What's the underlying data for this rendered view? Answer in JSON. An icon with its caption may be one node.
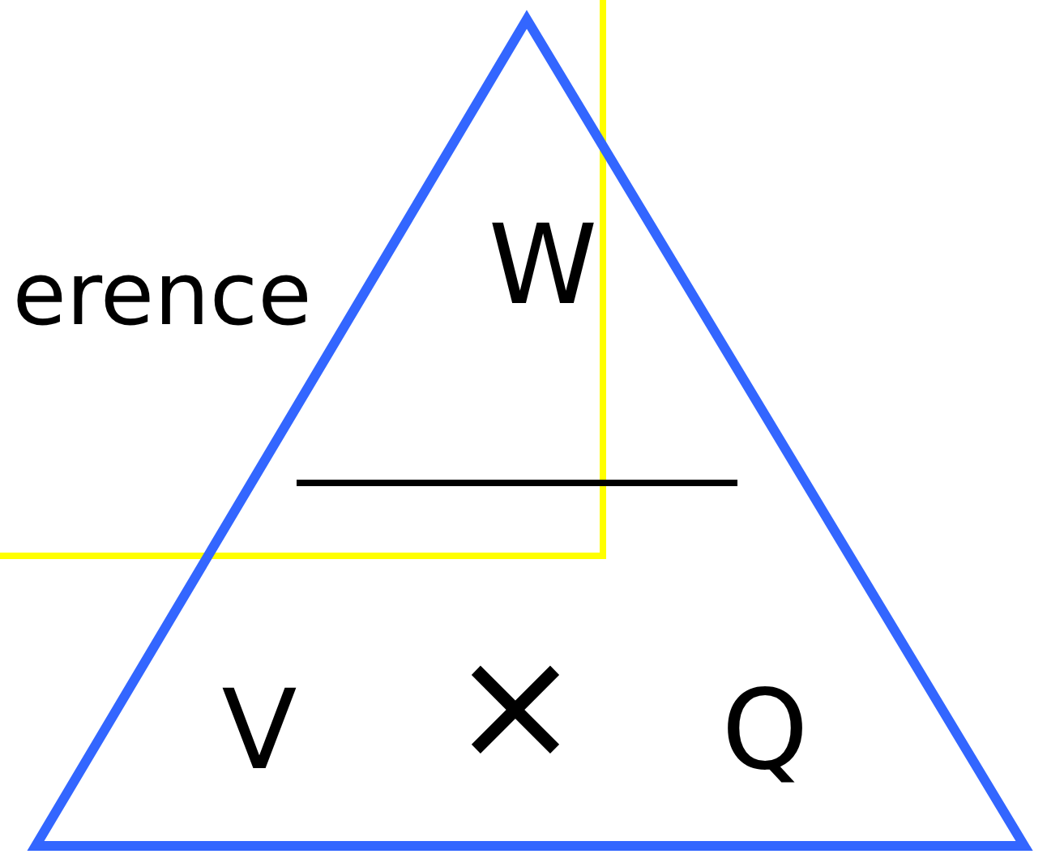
{
  "diagram": {
    "nodes": [
      {
        "text": [
          "W",
          "V",
          "×",
          "Q"
        ]
      }
    ],
    "labels": [
      "erence"
    ]
  }
}
